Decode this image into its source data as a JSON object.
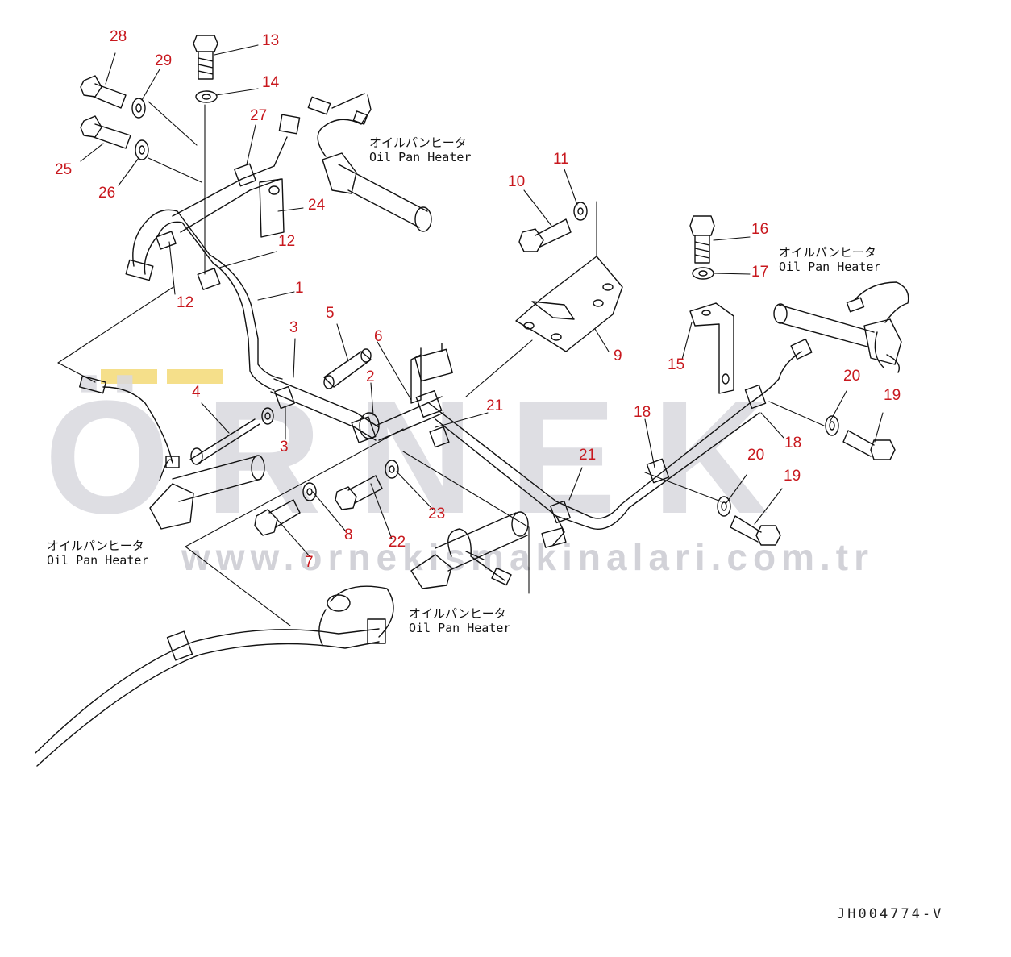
{
  "watermark": {
    "logo_text": "ÖRNEK",
    "url_text": "www.ornekismakinalari.com.tr"
  },
  "callouts": [
    {
      "id": "c28",
      "text": "28"
    },
    {
      "id": "c29",
      "text": "29"
    },
    {
      "id": "c13",
      "text": "13"
    },
    {
      "id": "c14",
      "text": "14"
    },
    {
      "id": "c27",
      "text": "27"
    },
    {
      "id": "c25",
      "text": "25"
    },
    {
      "id": "c26",
      "text": "26"
    },
    {
      "id": "c24",
      "text": "24"
    },
    {
      "id": "c12a",
      "text": "12"
    },
    {
      "id": "c12b",
      "text": "12"
    },
    {
      "id": "c1",
      "text": "1"
    },
    {
      "id": "c3a",
      "text": "3"
    },
    {
      "id": "c5",
      "text": "5"
    },
    {
      "id": "c6",
      "text": "6"
    },
    {
      "id": "c2",
      "text": "2"
    },
    {
      "id": "c3b",
      "text": "3"
    },
    {
      "id": "c4",
      "text": "4"
    },
    {
      "id": "c10",
      "text": "10"
    },
    {
      "id": "c11",
      "text": "11"
    },
    {
      "id": "c9",
      "text": "9"
    },
    {
      "id": "c16",
      "text": "16"
    },
    {
      "id": "c17",
      "text": "17"
    },
    {
      "id": "c15",
      "text": "15"
    },
    {
      "id": "c20a",
      "text": "20"
    },
    {
      "id": "c19a",
      "text": "19"
    },
    {
      "id": "c18a",
      "text": "18"
    },
    {
      "id": "c18b",
      "text": "18"
    },
    {
      "id": "c20b",
      "text": "20"
    },
    {
      "id": "c19b",
      "text": "19"
    },
    {
      "id": "c21a",
      "text": "21"
    },
    {
      "id": "c21b",
      "text": "21"
    },
    {
      "id": "c23",
      "text": "23"
    },
    {
      "id": "c22",
      "text": "22"
    },
    {
      "id": "c8",
      "text": "8"
    },
    {
      "id": "c7",
      "text": "7"
    }
  ],
  "captions": [
    {
      "id": "h1",
      "jp": "オイルパンヒータ",
      "en": "Oil Pan Heater"
    },
    {
      "id": "h2",
      "jp": "オイルパンヒータ",
      "en": "Oil Pan Heater"
    },
    {
      "id": "h3",
      "jp": "オイルパンヒータ",
      "en": "Oil Pan Heater"
    },
    {
      "id": "h4",
      "jp": "オイルパンヒータ",
      "en": "Oil Pan Heater"
    }
  ],
  "drawing_code": "JH004774-V"
}
